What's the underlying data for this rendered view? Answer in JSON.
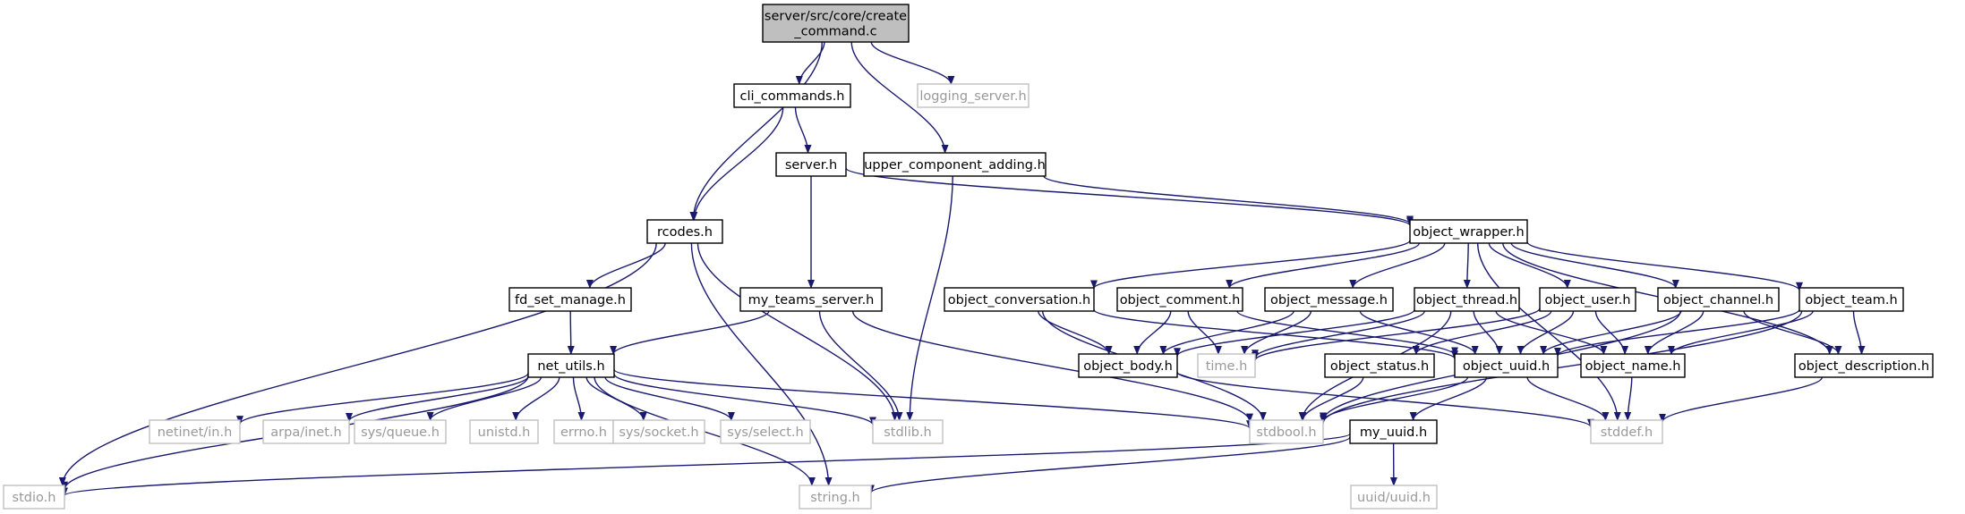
{
  "colors": {
    "edge": "#191970",
    "node_border": "#000000",
    "external_border": "#c0c0c0",
    "external_text": "#999999",
    "root_fill": "#bfbfbf",
    "node_fill": "#ffffff",
    "text": "#000000"
  },
  "nodes": [
    {
      "id": "create_command",
      "lines": [
        "server/src/core/create",
        "_command.c"
      ],
      "kind": "root"
    },
    {
      "id": "cli_commands",
      "lines": [
        "cli_commands.h"
      ],
      "kind": "internal"
    },
    {
      "id": "logging_server",
      "lines": [
        "logging_server.h"
      ],
      "kind": "external"
    },
    {
      "id": "server_h",
      "lines": [
        "server.h"
      ],
      "kind": "internal"
    },
    {
      "id": "upper_component_adding",
      "lines": [
        "upper_component_adding.h"
      ],
      "kind": "internal"
    },
    {
      "id": "rcodes",
      "lines": [
        "rcodes.h"
      ],
      "kind": "internal"
    },
    {
      "id": "object_wrapper",
      "lines": [
        "object_wrapper.h"
      ],
      "kind": "internal"
    },
    {
      "id": "fd_set_manage",
      "lines": [
        "fd_set_manage.h"
      ],
      "kind": "internal"
    },
    {
      "id": "my_teams_server",
      "lines": [
        "my_teams_server.h"
      ],
      "kind": "internal"
    },
    {
      "id": "object_conversation",
      "lines": [
        "object_conversation.h"
      ],
      "kind": "internal"
    },
    {
      "id": "object_comment",
      "lines": [
        "object_comment.h"
      ],
      "kind": "internal"
    },
    {
      "id": "object_message",
      "lines": [
        "object_message.h"
      ],
      "kind": "internal"
    },
    {
      "id": "object_thread",
      "lines": [
        "object_thread.h"
      ],
      "kind": "internal"
    },
    {
      "id": "object_user",
      "lines": [
        "object_user.h"
      ],
      "kind": "internal"
    },
    {
      "id": "object_channel",
      "lines": [
        "object_channel.h"
      ],
      "kind": "internal"
    },
    {
      "id": "object_team",
      "lines": [
        "object_team.h"
      ],
      "kind": "internal"
    },
    {
      "id": "net_utils",
      "lines": [
        "net_utils.h"
      ],
      "kind": "internal"
    },
    {
      "id": "object_body",
      "lines": [
        "object_body.h"
      ],
      "kind": "internal"
    },
    {
      "id": "time_h",
      "lines": [
        "time.h"
      ],
      "kind": "external"
    },
    {
      "id": "object_status",
      "lines": [
        "object_status.h"
      ],
      "kind": "internal"
    },
    {
      "id": "object_uuid",
      "lines": [
        "object_uuid.h"
      ],
      "kind": "internal"
    },
    {
      "id": "object_name",
      "lines": [
        "object_name.h"
      ],
      "kind": "internal"
    },
    {
      "id": "object_description",
      "lines": [
        "object_description.h"
      ],
      "kind": "internal"
    },
    {
      "id": "netinet_in",
      "lines": [
        "netinet/in.h"
      ],
      "kind": "external"
    },
    {
      "id": "arpa_inet",
      "lines": [
        "arpa/inet.h"
      ],
      "kind": "external"
    },
    {
      "id": "sys_queue",
      "lines": [
        "sys/queue.h"
      ],
      "kind": "external"
    },
    {
      "id": "unistd",
      "lines": [
        "unistd.h"
      ],
      "kind": "external"
    },
    {
      "id": "errno",
      "lines": [
        "errno.h"
      ],
      "kind": "external"
    },
    {
      "id": "sys_socket",
      "lines": [
        "sys/socket.h"
      ],
      "kind": "external"
    },
    {
      "id": "sys_select",
      "lines": [
        "sys/select.h"
      ],
      "kind": "external"
    },
    {
      "id": "stdlib",
      "lines": [
        "stdlib.h"
      ],
      "kind": "external"
    },
    {
      "id": "stdbool",
      "lines": [
        "stdbool.h"
      ],
      "kind": "external"
    },
    {
      "id": "my_uuid",
      "lines": [
        "my_uuid.h"
      ],
      "kind": "internal"
    },
    {
      "id": "stddef",
      "lines": [
        "stddef.h"
      ],
      "kind": "external"
    },
    {
      "id": "stdio",
      "lines": [
        "stdio.h"
      ],
      "kind": "external"
    },
    {
      "id": "string_h",
      "lines": [
        "string.h"
      ],
      "kind": "external"
    },
    {
      "id": "uuid_uuid",
      "lines": [
        "uuid/uuid.h"
      ],
      "kind": "external"
    }
  ],
  "edges": [
    [
      "create_command",
      "cli_commands"
    ],
    [
      "create_command",
      "logging_server"
    ],
    [
      "create_command",
      "upper_component_adding"
    ],
    [
      "create_command",
      "rcodes"
    ],
    [
      "cli_commands",
      "server_h"
    ],
    [
      "cli_commands",
      "rcodes"
    ],
    [
      "server_h",
      "my_teams_server"
    ],
    [
      "server_h",
      "object_wrapper"
    ],
    [
      "upper_component_adding",
      "object_wrapper"
    ],
    [
      "upper_component_adding",
      "stdlib"
    ],
    [
      "rcodes",
      "fd_set_manage"
    ],
    [
      "rcodes",
      "stdio"
    ],
    [
      "rcodes",
      "stdlib"
    ],
    [
      "rcodes",
      "string_h"
    ],
    [
      "fd_set_manage",
      "net_utils"
    ],
    [
      "my_teams_server",
      "net_utils"
    ],
    [
      "my_teams_server",
      "stdlib"
    ],
    [
      "my_teams_server",
      "stdbool"
    ],
    [
      "object_wrapper",
      "object_conversation"
    ],
    [
      "object_wrapper",
      "object_comment"
    ],
    [
      "object_wrapper",
      "object_message"
    ],
    [
      "object_wrapper",
      "object_thread"
    ],
    [
      "object_wrapper",
      "object_user"
    ],
    [
      "object_wrapper",
      "object_channel"
    ],
    [
      "object_wrapper",
      "object_team"
    ],
    [
      "object_wrapper",
      "object_description"
    ],
    [
      "object_wrapper",
      "stddef"
    ],
    [
      "object_conversation",
      "object_body"
    ],
    [
      "object_conversation",
      "object_uuid"
    ],
    [
      "object_conversation",
      "stdbool"
    ],
    [
      "object_comment",
      "object_body"
    ],
    [
      "object_comment",
      "time_h"
    ],
    [
      "object_comment",
      "object_uuid"
    ],
    [
      "object_message",
      "object_body"
    ],
    [
      "object_message",
      "time_h"
    ],
    [
      "object_message",
      "object_uuid"
    ],
    [
      "object_thread",
      "object_body"
    ],
    [
      "object_thread",
      "time_h"
    ],
    [
      "object_thread",
      "object_uuid"
    ],
    [
      "object_thread",
      "object_name"
    ],
    [
      "object_thread",
      "stdbool"
    ],
    [
      "object_user",
      "object_status"
    ],
    [
      "object_user",
      "object_uuid"
    ],
    [
      "object_user",
      "object_name"
    ],
    [
      "object_user",
      "time_h"
    ],
    [
      "object_channel",
      "object_uuid"
    ],
    [
      "object_channel",
      "object_name"
    ],
    [
      "object_channel",
      "object_description"
    ],
    [
      "object_channel",
      "stdbool"
    ],
    [
      "object_team",
      "object_uuid"
    ],
    [
      "object_team",
      "object_name"
    ],
    [
      "object_team",
      "object_description"
    ],
    [
      "object_team",
      "stdbool"
    ],
    [
      "object_body",
      "stddef"
    ],
    [
      "object_status",
      "stdbool"
    ],
    [
      "object_uuid",
      "stdbool"
    ],
    [
      "object_uuid",
      "my_uuid"
    ],
    [
      "object_uuid",
      "stddef"
    ],
    [
      "object_name",
      "stddef"
    ],
    [
      "object_description",
      "stddef"
    ],
    [
      "net_utils",
      "netinet_in"
    ],
    [
      "net_utils",
      "arpa_inet"
    ],
    [
      "net_utils",
      "sys_queue"
    ],
    [
      "net_utils",
      "unistd"
    ],
    [
      "net_utils",
      "errno"
    ],
    [
      "net_utils",
      "sys_socket"
    ],
    [
      "net_utils",
      "sys_select"
    ],
    [
      "net_utils",
      "stdlib"
    ],
    [
      "net_utils",
      "stdbool"
    ],
    [
      "net_utils",
      "stdio"
    ],
    [
      "net_utils",
      "string_h"
    ],
    [
      "my_uuid",
      "stdio"
    ],
    [
      "my_uuid",
      "string_h"
    ],
    [
      "my_uuid",
      "uuid_uuid"
    ]
  ]
}
